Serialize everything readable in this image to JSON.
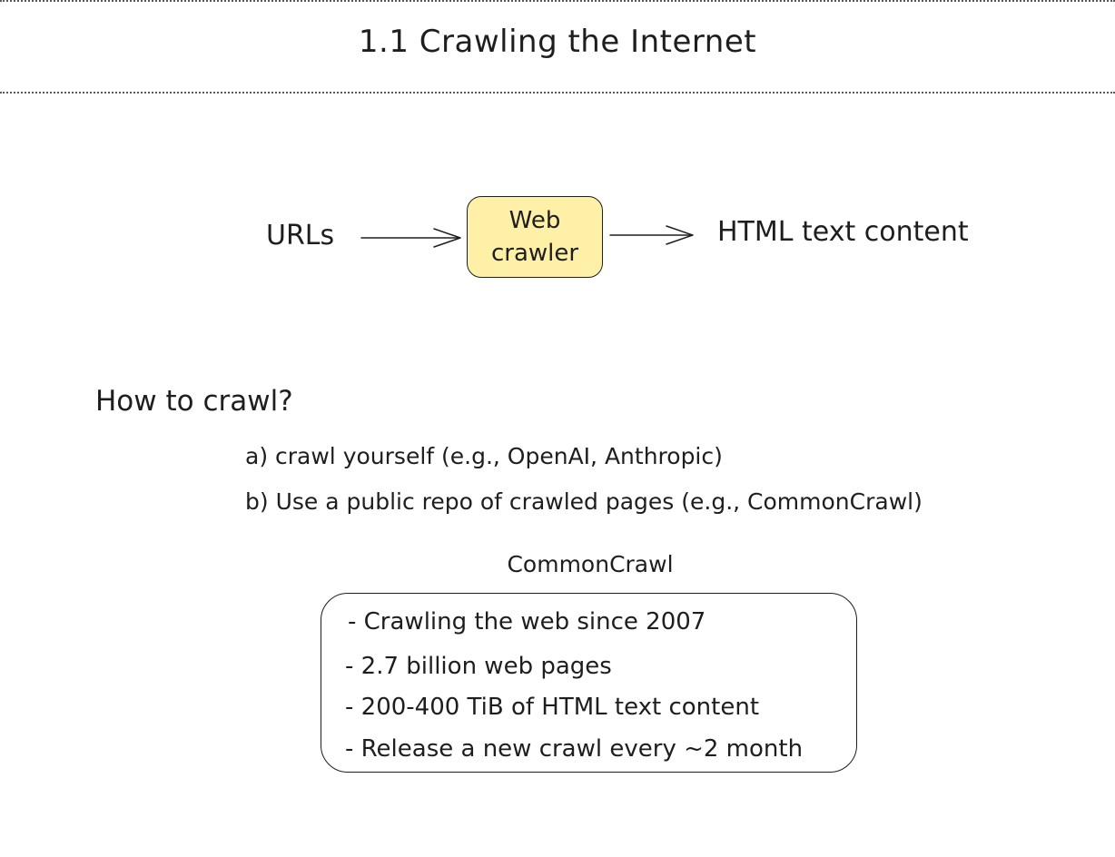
{
  "title": "1.1 Crawling the Internet",
  "flow": {
    "input_label": "URLs",
    "process_label_line1": "Web",
    "process_label_line2": "crawler",
    "output_label": "HTML text content",
    "process_fill": "#fff0a8"
  },
  "how_to": {
    "heading": "How to crawl?",
    "options": [
      "a) crawl yourself (e.g., OpenAI, Anthropic)",
      "b) Use a public repo of crawled pages (e.g., CommonCrawl)"
    ]
  },
  "commoncrawl": {
    "title": "CommonCrawl",
    "facts": [
      "- Crawling the web since 2007",
      "- 2.7 billion web pages",
      "- 200-400 TiB of HTML text content",
      "- Release a new crawl every ~2 month"
    ]
  }
}
